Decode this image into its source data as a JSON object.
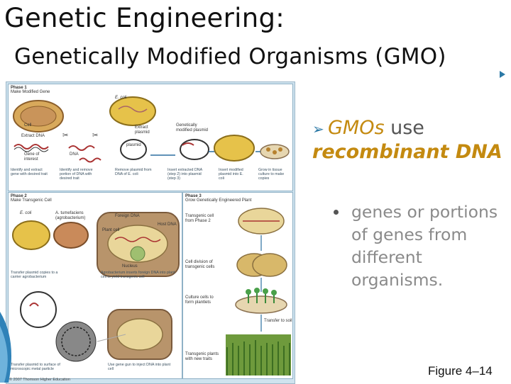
{
  "slide": {
    "title": "Genetic Engineering:",
    "subtitle": "Genetically Modified Organisms (GMO)",
    "bullet_main_gmos": "GMOs",
    "bullet_main_use": " use ",
    "bullet_main_recombinant": "recombinant DNA",
    "bullet_sub": "genes or portions of genes from different organisms.",
    "figure_ref": "Figure 4–14"
  },
  "figure": {
    "phase1_title": "Phase 1",
    "phase1_subtitle": "Make Modified Gene",
    "phase2_title": "Phase 2",
    "phase2_subtitle": "Make Transgenic Cell",
    "phase3_title": "Phase 3",
    "phase3_subtitle": "Grow Genetically Engineered Plant",
    "labels": {
      "ecoli": "E. coli",
      "cell": "Cell",
      "extract_dna": "Extract DNA",
      "gene_of_interest": "Gene of interest",
      "dna": "DNA",
      "extract_plasmid": "Extract plasmid",
      "plasmid": "plasmid",
      "gm_plasmid": "Genetically modified plasmid",
      "a_tumefaciens": "A. tumefaciens (agrobacterium)",
      "foreign_dna": "Foreign DNA",
      "host_dna": "Host DNA",
      "plant_cell": "Plant cell",
      "nucleus": "Nucleus",
      "transgenic_cell_from_phase2": "Transgenic cell from Phase 2",
      "cell_division": "Cell division of transgenic cells",
      "culture_cells": "Culture cells to form plantlets",
      "transfer_to_soil": "Transfer to soil",
      "transgenic_plants": "Transgenic plants with new traits"
    },
    "captions": {
      "p1a": "Identify and extract gene with desired trait",
      "p1b": "Identify and remove portion of DNA with desired trait",
      "p1c": "Remove plasmid from DNA of E. coli",
      "p1d": "Insert extracted DNA (step 2) into plasmid (step 3)",
      "p1e": "Insert modified plasmid into E. coli",
      "p1f": "Grow in tissue culture to make copies",
      "p2a": "Transfer plasmid copies to a carrier agrobacterium",
      "p2b": "Agrobacterium inserts foreign DNA into plant cell to yield transgenic cell",
      "p2c": "Transfer plasmid to surface of microscopic metal particle",
      "p2d": "Use gene gun to inject DNA into plant cell"
    },
    "copyright": "© 2007 Thomson Higher Education"
  },
  "colors": {
    "accent_orange": "#c48a10",
    "arrow_blue": "#2c79a6",
    "figure_bg": "#cfe3ef"
  }
}
